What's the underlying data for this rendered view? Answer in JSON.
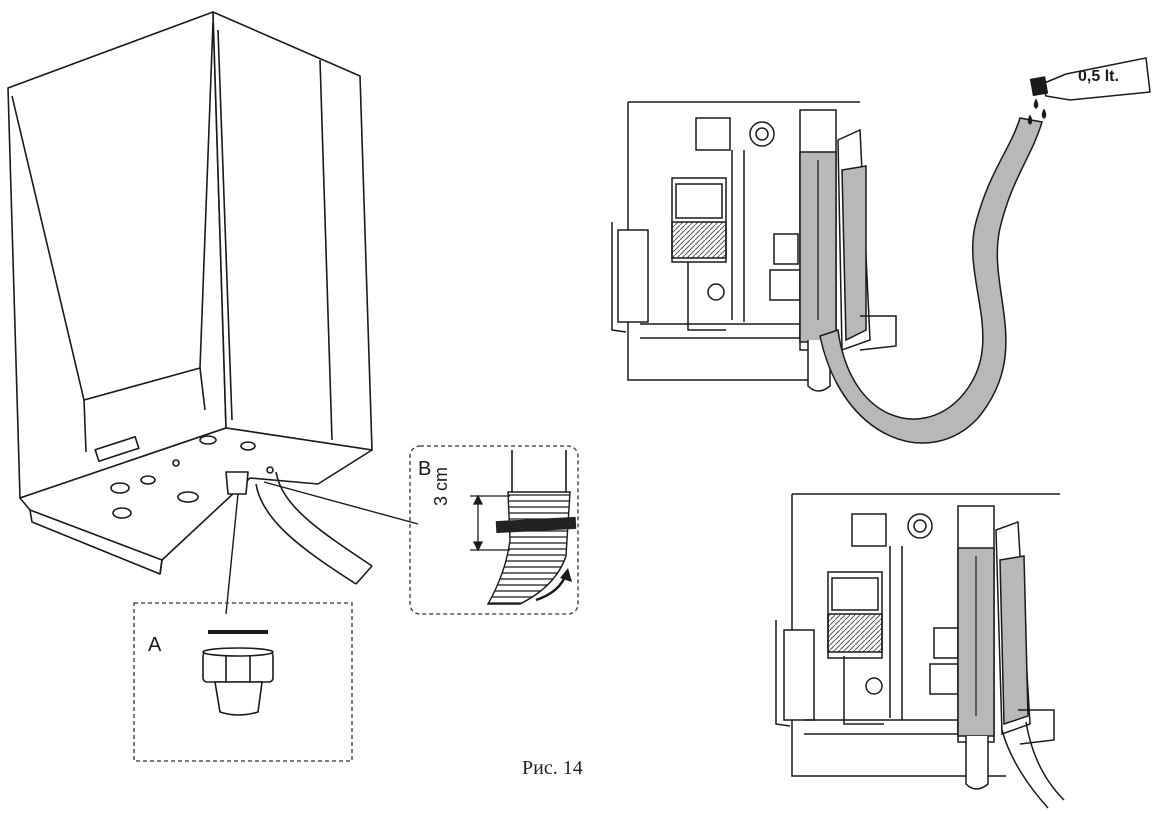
{
  "labels": {
    "detail_a": "A",
    "detail_b": "B",
    "measurement": "3 cm",
    "volume": "0,5 lt.",
    "figure_caption": "Рис. 14"
  },
  "colors": {
    "line": "#1a1a1a",
    "water_fill": "#b8b8b8",
    "hatch": "#555555",
    "background": "#ffffff"
  }
}
